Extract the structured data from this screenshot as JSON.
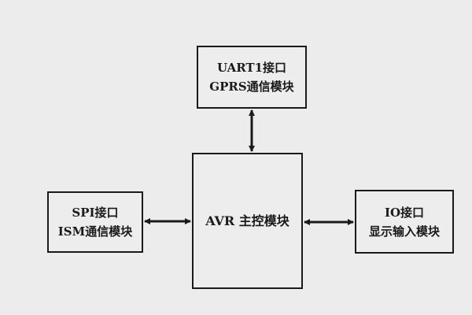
{
  "diagram": {
    "blocks": {
      "uart": {
        "line1": "UART1接口",
        "line2": "GPRS通信模块"
      },
      "avr": {
        "label": "AVR 主控模块"
      },
      "spi": {
        "line1": "SPI接口",
        "line2": "ISM通信模块"
      },
      "io": {
        "line1": "IO接口",
        "line2": "显示输入模块"
      }
    },
    "connections": [
      {
        "from": "uart",
        "to": "avr",
        "direction": "bidirectional"
      },
      {
        "from": "spi",
        "to": "avr",
        "direction": "bidirectional"
      },
      {
        "from": "avr",
        "to": "io",
        "direction": "bidirectional"
      }
    ],
    "colors": {
      "background": "#ececec",
      "stroke": "#1a1a1a"
    }
  }
}
